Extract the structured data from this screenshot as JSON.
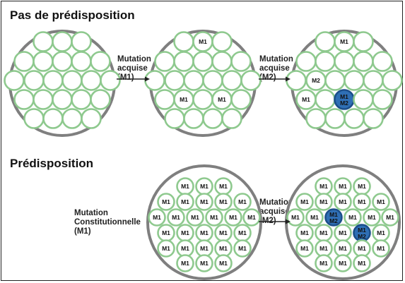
{
  "headings": {
    "top": "Pas de prédisposition",
    "bottom": "Prédisposition"
  },
  "labels": {
    "mut_acq_1": [
      "Mutation",
      "acquise",
      "(M1)"
    ],
    "mut_acq_2": [
      "Mutation",
      "acquise",
      "(M2)"
    ],
    "constitutional": [
      "Mutation",
      "Constitutionnelle",
      "(M1)"
    ],
    "mut_acq_3": [
      "Mutation",
      "acquise",
      "(M2)"
    ]
  },
  "cell_labels": {
    "m1": "M1",
    "m2": "M2"
  },
  "colors": {
    "cell_outline": "#8ec98e",
    "tissue_outline": "#7f7f7f",
    "mutant_fill": "#2f6fb5",
    "mutant_outline": "#1c4f8a",
    "arrow": "#222222"
  }
}
